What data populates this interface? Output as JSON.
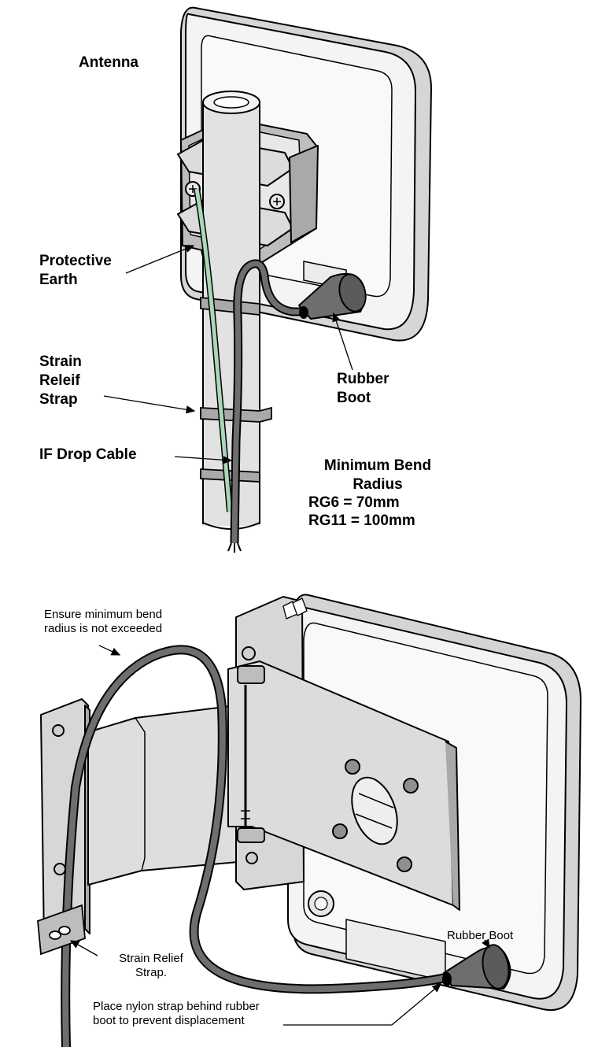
{
  "colors": {
    "panel": "#f4f4f4",
    "panel_shadow": "#c8c8c8",
    "bracket": "#cfcfcf",
    "bracket_dark": "#9a9a9a",
    "pole": "#e2e2e2",
    "cable": "#6e6e6e",
    "earth_wire": "#a8d8b8",
    "outline": "#000000"
  },
  "top_diagram": {
    "antenna": "Antenna",
    "protective_earth": "Protective\nEarth",
    "strain_relief_strap": "Strain\nReleif\nStrap",
    "if_drop_cable": "IF Drop Cable",
    "rubber_boot": "Rubber\nBoot",
    "min_bend_title": "Minimum Bend\nRadius",
    "rg6": "RG6  = 70mm",
    "rg11": "RG11 = 100mm"
  },
  "bottom_diagram": {
    "ensure_bend": "Ensure minimum bend\nradius is not exceeded",
    "strain_relief_strap": "Strain Relief\nStrap.",
    "rubber_boot": "Rubber Boot",
    "nylon_strap": "Place nylon strap behind rubber\nboot to prevent displacement"
  }
}
